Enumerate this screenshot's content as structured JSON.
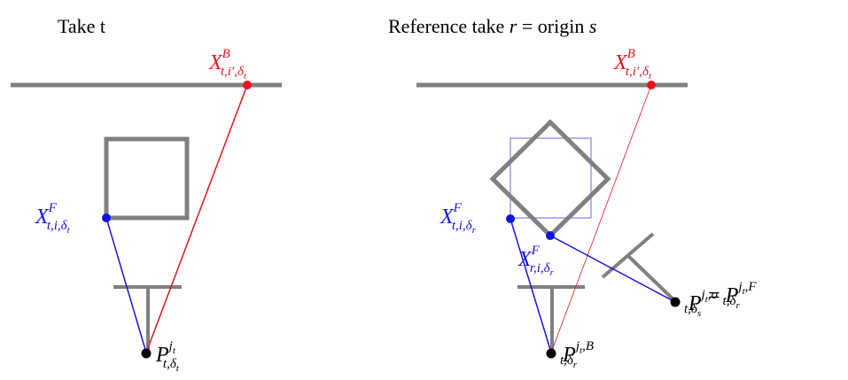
{
  "panels": {
    "left": {
      "title": "Take t",
      "labels": {
        "xb": {
          "base": "X",
          "sup": "B",
          "sub": "t,i′,δ",
          "subsub": "t"
        },
        "xf": {
          "base": "X",
          "sup": "F",
          "sub": "t,i,δ",
          "subsub": "t"
        },
        "p": {
          "base": "P",
          "sup": "j",
          "supsub": "t",
          "sub": "t,δ",
          "subsub": "t"
        }
      }
    },
    "right": {
      "title_prefix": "Reference take ",
      "title_r": "r",
      "title_mid": " = origin ",
      "title_s": "s",
      "labels": {
        "xb": {
          "base": "X",
          "sup": "B",
          "sub": "t,i′,δ",
          "subsub": "t"
        },
        "xf": {
          "base": "X",
          "sup": "F",
          "sub": "t,i,δ",
          "subsub": "r"
        },
        "xrf": {
          "base": "X",
          "sup": "F",
          "sub": "r,i,δ",
          "subsub": "r"
        },
        "pb": {
          "base": "P",
          "sup": "j",
          "supsub": "t",
          "suptail": ",B",
          "sub": "t,δ",
          "subsub": "r"
        },
        "po": {
          "base": "P",
          "sup": "j",
          "supsub": "t",
          "suptail": ",o",
          "sub": "t,δ",
          "subsub": "s"
        },
        "eq": " = ",
        "pf": {
          "base": "P",
          "sup": "j",
          "supsub": "t",
          "suptail": ",F",
          "sub": "t,δ",
          "subsub": "r"
        }
      }
    }
  },
  "colors": {
    "gray": "#808080",
    "red": "#e8141c",
    "blue": "#1414e0",
    "lightblue": "#6a6ad8",
    "black": "#000000"
  }
}
